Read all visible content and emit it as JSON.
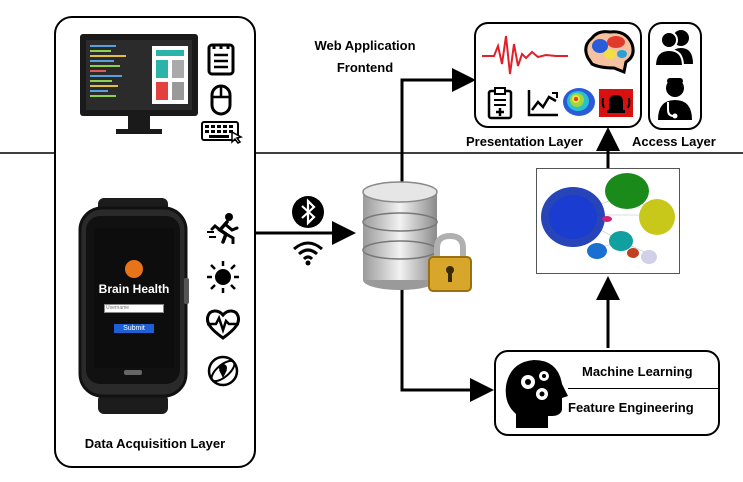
{
  "labels": {
    "web_app_line1": "Web Application",
    "web_app_line2": "Frontend",
    "presentation_layer": "Presentation Layer",
    "access_layer": "Access Layer",
    "data_acquisition_layer": "Data Acquisition Layer",
    "machine_learning": "Machine Learning",
    "feature_engineering": "Feature Engineering"
  },
  "watch": {
    "app_title": "Brain Health",
    "input_placeholder": "Username",
    "submit_label": "Submit"
  },
  "icons": {
    "monitor": "desktop-monitor-icon",
    "notepad": "notepad-icon",
    "mouse": "mouse-icon",
    "keyboard": "keyboard-icon",
    "activity": "running-person-icon",
    "light": "sun-icon",
    "heart": "heart-rate-icon",
    "location": "orbit-location-icon",
    "bluetooth": "bluetooth-icon",
    "wifi": "wifi-icon",
    "database": "database-icon",
    "lock": "padlock-icon",
    "eeg": "eeg-waveform-icon",
    "brain": "brain-heatmap-icon",
    "clipboard": "medical-clipboard-icon",
    "trend": "trend-chart-icon",
    "heatmap": "heatmap-blob-icon",
    "alarm": "alarm-icon",
    "users": "users-icon",
    "doctor": "doctor-icon",
    "network": "network-graph-icon",
    "head_gears": "head-gears-icon"
  },
  "colors": {
    "watch_accent": "#e8741a",
    "submit_blue": "#1e5fd6",
    "eeg_red": "#e0202a",
    "alarm_red": "#d81010"
  }
}
